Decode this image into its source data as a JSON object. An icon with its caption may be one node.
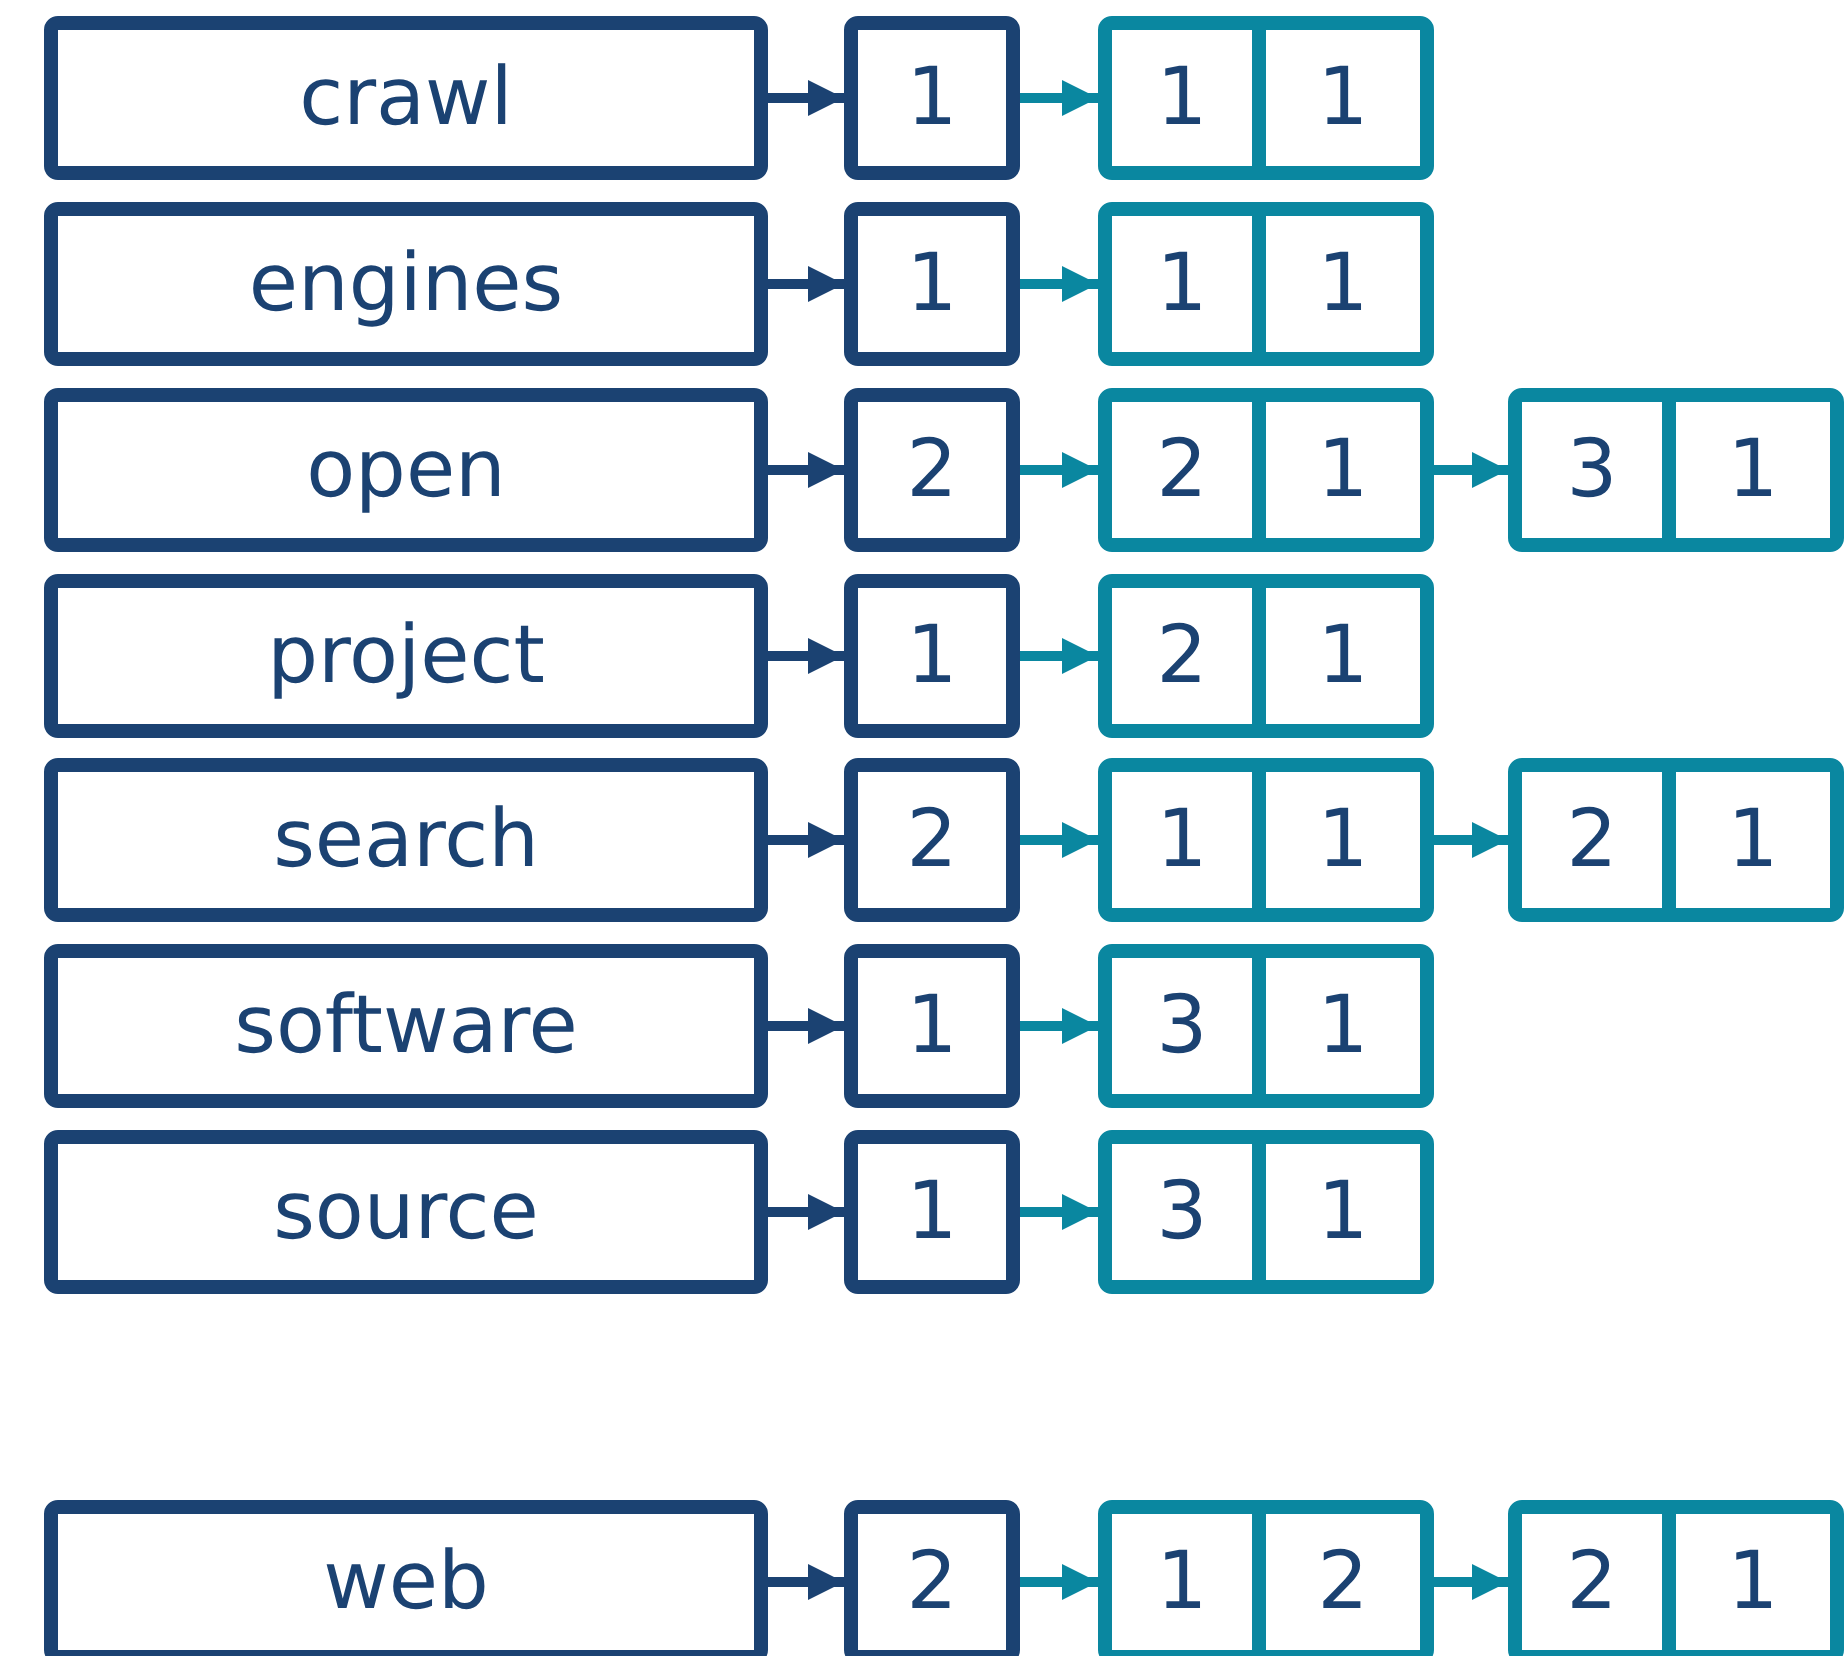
{
  "diagram": {
    "nodes": [
      {
        "text": [
          "crawl"
        ]
      },
      {
        "text": [
          "1"
        ]
      },
      {
        "text": [
          "1",
          "1"
        ]
      },
      {
        "text": [
          "engines"
        ]
      },
      {
        "text": [
          "1"
        ]
      },
      {
        "text": [
          "1",
          "1"
        ]
      },
      {
        "text": [
          "open"
        ]
      },
      {
        "text": [
          "2"
        ]
      },
      {
        "text": [
          "2",
          "1"
        ]
      },
      {
        "text": [
          "3",
          "1"
        ]
      },
      {
        "text": [
          "project"
        ]
      },
      {
        "text": [
          "1"
        ]
      },
      {
        "text": [
          "2",
          "1"
        ]
      },
      {
        "text": [
          "search"
        ]
      },
      {
        "text": [
          "2"
        ]
      },
      {
        "text": [
          "1",
          "1"
        ]
      },
      {
        "text": [
          "2",
          "1"
        ]
      },
      {
        "text": [
          "software"
        ]
      },
      {
        "text": [
          "1"
        ]
      },
      {
        "text": [
          "3",
          "1"
        ]
      },
      {
        "text": [
          "source"
        ]
      },
      {
        "text": [
          "1"
        ]
      },
      {
        "text": [
          "3",
          "1"
        ]
      },
      {
        "text": [
          "web"
        ]
      },
      {
        "text": [
          "2"
        ]
      },
      {
        "text": [
          "1",
          "2"
        ]
      },
      {
        "text": [
          "2",
          "1"
        ]
      }
    ],
    "edges": [
      {
        "from": 0,
        "to": 1,
        "arrow": "to",
        "color": "#1b4272"
      },
      {
        "from": 1,
        "to": 2,
        "arrow": "to"
      },
      {
        "from": 3,
        "to": 4,
        "arrow": "to",
        "color": "#1b4272"
      },
      {
        "from": 4,
        "to": 5,
        "arrow": "to"
      },
      {
        "from": 6,
        "to": 7,
        "arrow": "to",
        "color": "#1b4272"
      },
      {
        "from": 7,
        "to": 8,
        "arrow": "to"
      },
      {
        "from": 8,
        "to": 9,
        "arrow": "to"
      },
      {
        "from": 10,
        "to": 11,
        "arrow": "to",
        "color": "#1b4272"
      },
      {
        "from": 11,
        "to": 12,
        "arrow": "to"
      },
      {
        "from": 13,
        "to": 14,
        "arrow": "to",
        "color": "#1b4272"
      },
      {
        "from": 14,
        "to": 15,
        "arrow": "to"
      },
      {
        "from": 15,
        "to": 16,
        "arrow": "to"
      },
      {
        "from": 17,
        "to": 18,
        "arrow": "to",
        "color": "#1b4272"
      },
      {
        "from": 18,
        "to": 19,
        "arrow": "to"
      },
      {
        "from": 20,
        "to": 21,
        "arrow": "to",
        "color": "#1b4272"
      },
      {
        "from": 21,
        "to": 22,
        "arrow": "to"
      },
      {
        "from": 23,
        "to": 24,
        "arrow": "to",
        "color": "#1b4272"
      },
      {
        "from": 24,
        "to": 25,
        "arrow": "to"
      },
      {
        "from": 25,
        "to": 26,
        "arrow": "to"
      }
    ]
  }
}
